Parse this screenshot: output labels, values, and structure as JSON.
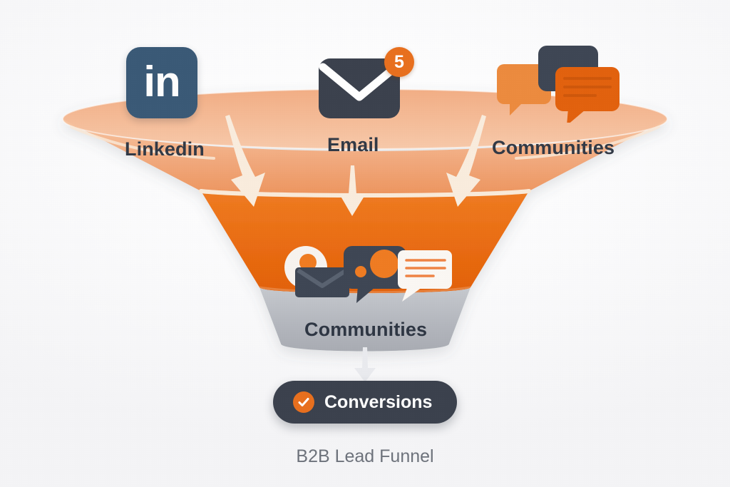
{
  "caption": "B2B Lead Funnel",
  "background_color": "#f6f6f8",
  "colors": {
    "orange": "#e8701f",
    "orange_light": "#f3b183",
    "orange_deep": "#e2620f",
    "slate": "#3c424e",
    "slate_blue": "#3b5a77",
    "gray": "#b2b5bb",
    "cream": "#f7ece1"
  },
  "funnel": {
    "top_stage": {
      "sources": [
        {
          "id": "linkedin",
          "label": "Linkedin",
          "icon": "linkedin-icon",
          "icon_text": "in",
          "icon_color": "#3b5a77"
        },
        {
          "id": "email",
          "label": "Email",
          "icon": "envelope-icon",
          "badge": "5",
          "badge_color": "#e8701f",
          "icon_color": "#3c424e"
        },
        {
          "id": "communities",
          "label": "Communities",
          "icon": "speech-bubbles-icon",
          "icon_color": "#e8701f"
        }
      ],
      "arrows": [
        {
          "id": "arrow-left",
          "direction": "down-right",
          "color": "#f7ece1"
        },
        {
          "id": "arrow-center",
          "direction": "down",
          "color": "#f7ece1"
        },
        {
          "id": "arrow-right",
          "direction": "down-left",
          "color": "#f7ece1"
        }
      ]
    },
    "middle_stage": {
      "icon": "engagement-cluster-icon",
      "label": "Communities"
    },
    "bottom_stage": {
      "arrow": {
        "id": "arrow-outflow",
        "direction": "down",
        "color": "#e6e7ea"
      }
    }
  },
  "conversions": {
    "label": "Conversions",
    "check_icon": "check-circle-icon",
    "check_color": "#e8701f",
    "pill_color": "#3c424e"
  }
}
